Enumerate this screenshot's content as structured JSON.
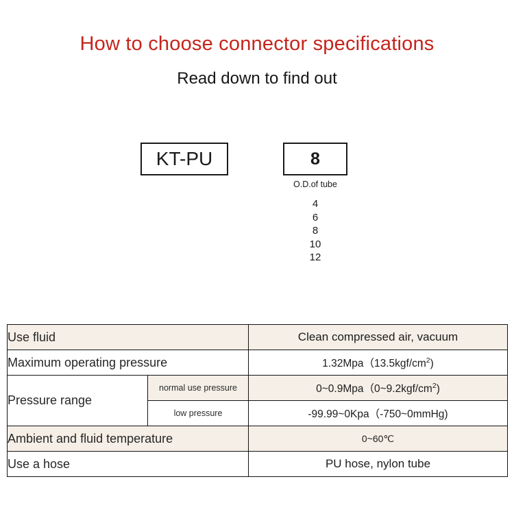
{
  "header": {
    "title": "How to choose connector specifications",
    "subtitle": "Read down to find out",
    "title_color": "#c4251c"
  },
  "selector": {
    "series_code": "KT-PU",
    "size_code": "8",
    "size_caption": "O.D.of tube",
    "size_options": [
      "4",
      "6",
      "8",
      "10",
      "12"
    ]
  },
  "spec_table": {
    "shade_color": "#f5efe7",
    "rows": [
      {
        "label": "Use fluid",
        "value": "Clean compressed air, vacuum",
        "shaded": true
      },
      {
        "label": "Maximum operating pressure",
        "value_pre": "1.32Mpa（13.5kgf/cm",
        "value_sup": "2",
        "value_post": ")",
        "shaded": false
      },
      {
        "label": "Pressure range",
        "sub_rows": [
          {
            "sub_label": "normal use pressure",
            "value_pre": "0~0.9Mpa（0~9.2kgf/cm",
            "value_sup": "2",
            "value_post": ")",
            "shaded": true
          },
          {
            "sub_label": "low pressure",
            "value": "-99.99~0Kpa（-750~0mmHg)",
            "shaded": false
          }
        ]
      },
      {
        "label": "Ambient and fluid temperature",
        "value": "0~60℃",
        "shaded": true
      },
      {
        "label": "Use a hose",
        "value": "PU hose, nylon tube",
        "shaded": false
      }
    ]
  }
}
